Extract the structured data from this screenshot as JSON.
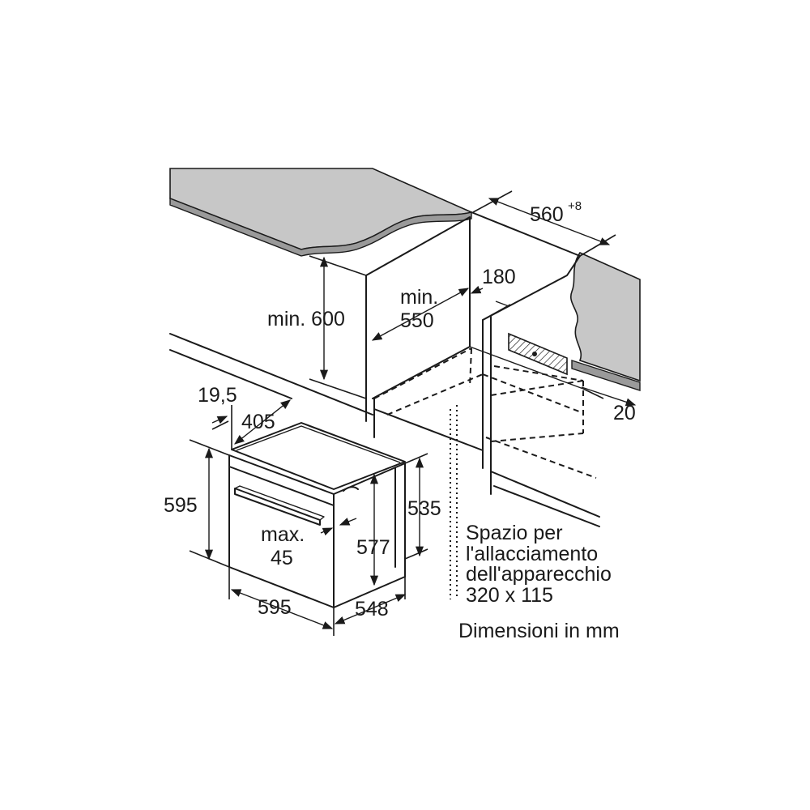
{
  "labels": {
    "niche_width": "560",
    "niche_width_tolerance": "+8",
    "niche_height_min": "min. 600",
    "niche_depth_min_1": "min.",
    "niche_depth_min_2": "550",
    "gap_180": "180",
    "gap_20": "20",
    "oven_19_5": "19,5",
    "oven_405": "405",
    "oven_595_height": "595",
    "oven_535": "535",
    "oven_577": "577",
    "oven_max_1": "max.",
    "oven_max_2": "45",
    "oven_595_width": "595",
    "oven_548": "548",
    "note_line_1": "Spazio per",
    "note_line_2": "l'allacciamento",
    "note_line_3": "dell'apparecchio",
    "note_line_4": "320 x 115",
    "units_note": "Dimensioni in mm"
  },
  "colors": {
    "countertop": "#c7c7c7",
    "stroke": "#1a1a1a",
    "background": "#ffffff"
  }
}
